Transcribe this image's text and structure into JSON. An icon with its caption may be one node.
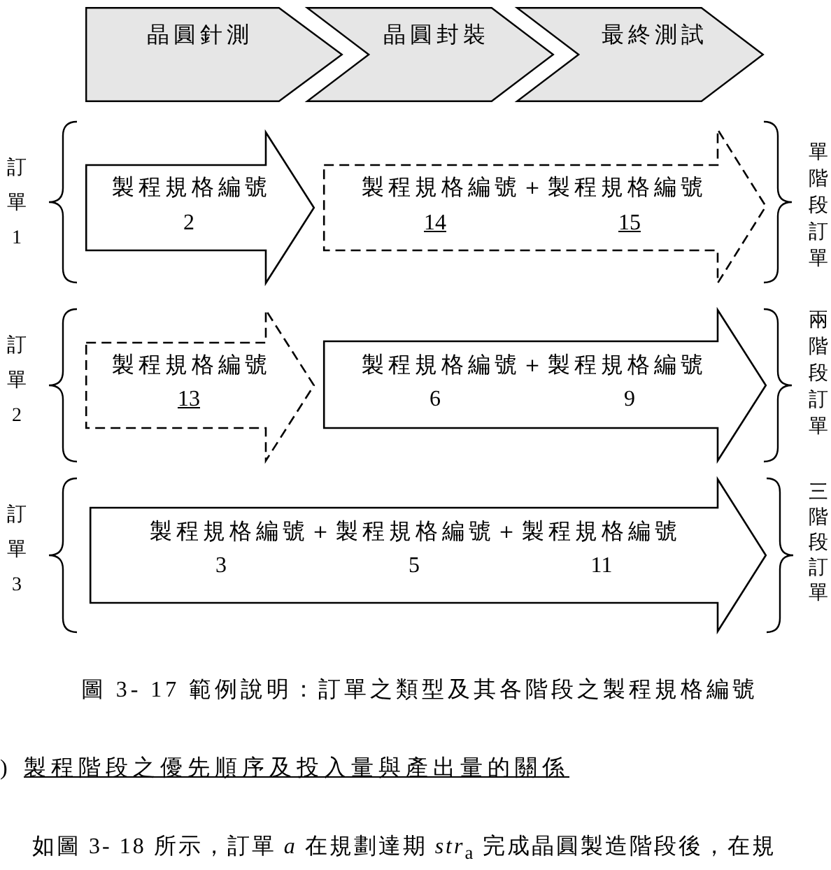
{
  "diagram": {
    "caption": "圖 3- 17 範例說明：訂單之類型及其各階段之製程規格編號",
    "nodes": [
      {
        "text": [
          "晶圓針測"
        ]
      },
      {
        "text": [
          "晶圓封裝"
        ]
      },
      {
        "text": [
          "最終測試"
        ]
      },
      {
        "text": [
          "製程規格編號",
          "2"
        ]
      },
      {
        "text": [
          "製程規格編號＋製程規格編號",
          "14",
          "15"
        ]
      },
      {
        "text": [
          "製程規格編號",
          "13"
        ]
      },
      {
        "text": [
          "製程規格編號＋製程規格編號",
          "6",
          "9"
        ]
      },
      {
        "text": [
          "製程規格編號＋製程規格編號＋製程規格編號",
          "3",
          "5",
          "11"
        ]
      }
    ],
    "labels": [
      "訂單1",
      "單階段訂單",
      "訂單2",
      "兩階段訂單",
      "訂單3",
      "三階段訂單",
      ")",
      "製程階段之優先順序及投入量與產出量的關係",
      "如圖 3- 18 所示，訂單 *a* 在規劃達期 *str*$_{a}$ 完成晶圓製造階段後，在規"
    ]
  }
}
